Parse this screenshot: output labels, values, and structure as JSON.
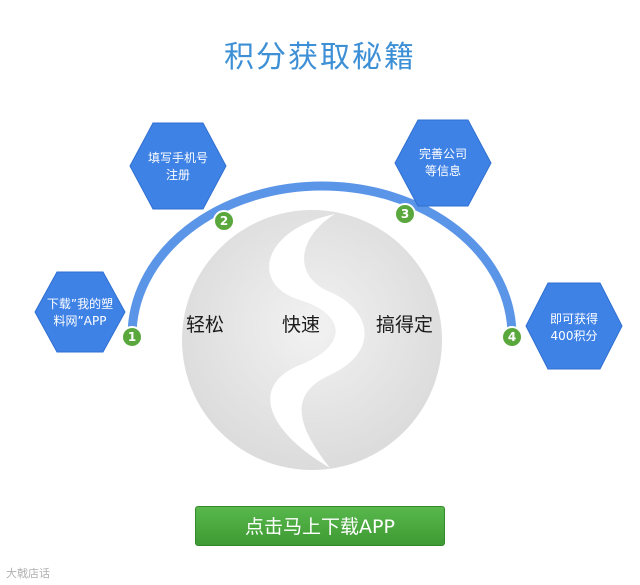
{
  "header": {
    "title": "积分获取秘籍"
  },
  "steps": [
    {
      "number": "1",
      "text_line1": "下载”我的塑",
      "text_line2": "料网”APP"
    },
    {
      "number": "2",
      "text_line1": "填写手机号",
      "text_line2": "注册"
    },
    {
      "number": "3",
      "text_line1": "完善公司",
      "text_line2": "等信息"
    },
    {
      "number": "4",
      "text_line1": "即可获得",
      "text_line2": "400积分"
    }
  ],
  "keywords": [
    "轻松",
    "快速",
    "搞得定"
  ],
  "cta": {
    "label": "点击马上下载APP"
  },
  "watermark": {
    "text": "大戟店话"
  },
  "colors": {
    "title": "#3d8fd6",
    "hex": "#3f82e6",
    "arc": "#5b95e8",
    "dot": "#5aa83d",
    "button": "#4aa93e"
  }
}
